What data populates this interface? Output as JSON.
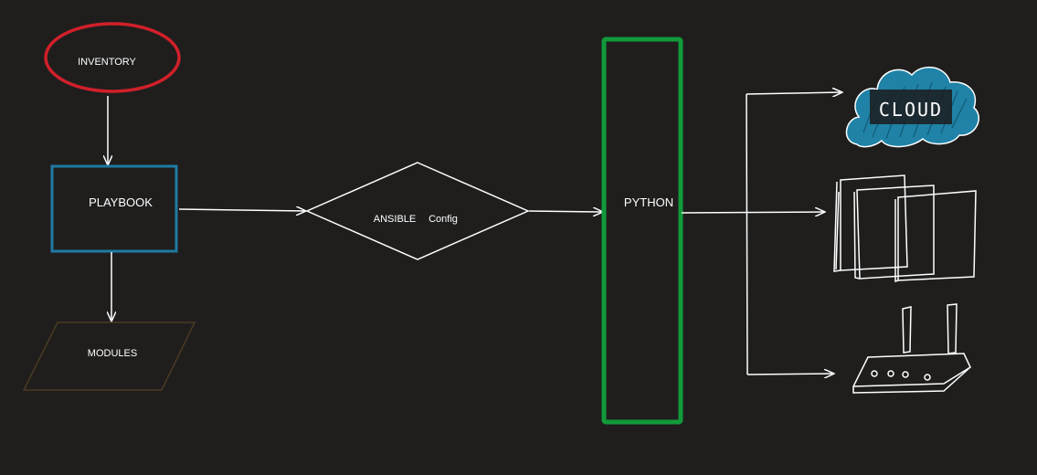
{
  "diagram": {
    "inventory_label": "INVENTORY",
    "playbook_label": "PLAYBOOK",
    "modules_label": "MODULES",
    "ansible_label": "ANSIBLE",
    "config_label": "Config",
    "python_label": "PYTHON",
    "cloud_label": "CLOUD",
    "colors": {
      "background": "#1f1e1d",
      "inventory_stroke": "#d0202a",
      "playbook_stroke": "#1f7aa3",
      "modules_stroke": "#4a3a22",
      "python_stroke": "#119a3a",
      "cloud_fill": "#1f82a6",
      "lines": "#ffffff"
    },
    "icons": [
      "cloud-icon",
      "servers-icon",
      "router-icon"
    ]
  }
}
